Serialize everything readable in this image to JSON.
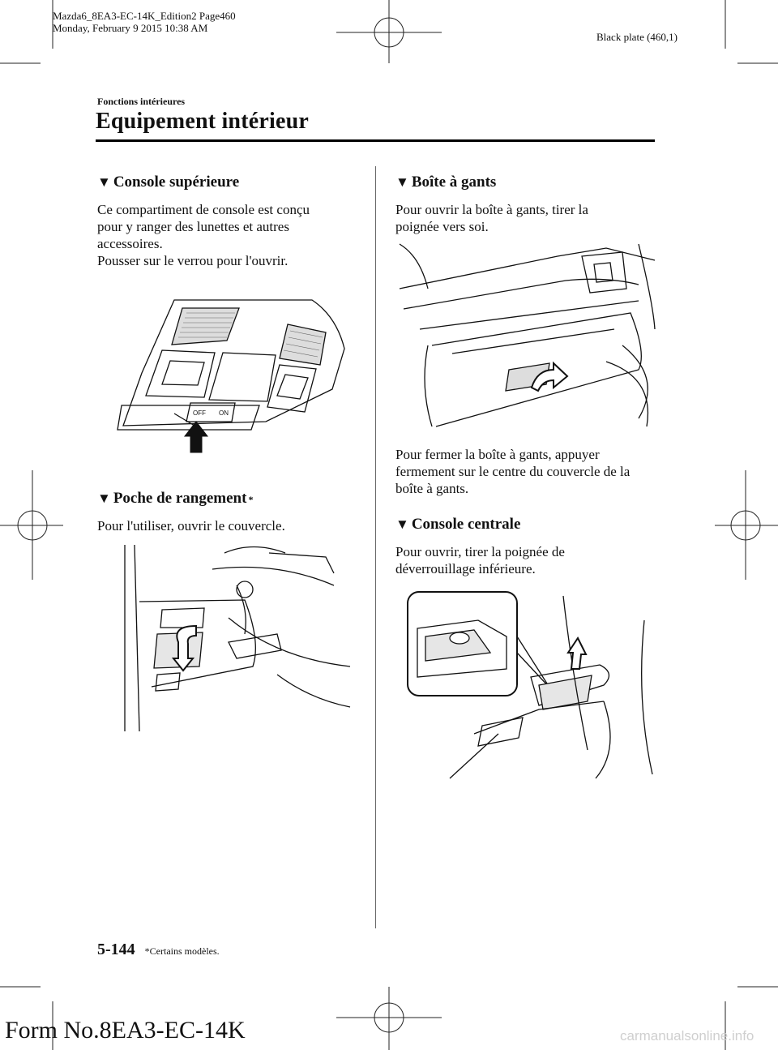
{
  "header": {
    "file_line": "Mazda6_8EA3-EC-14K_Edition2 Page460",
    "date_line": "Monday, February 9 2015 10:38 AM",
    "plate": "Black plate (460,1)"
  },
  "section": {
    "small_title": "Fonctions intérieures",
    "page_title": "Equipement intérieur"
  },
  "left_column": {
    "console_sup": {
      "heading": "Console supérieure",
      "text_1": "Ce compartiment de console est conçu",
      "text_2": "pour y ranger des lunettes et autres",
      "text_3": "accessoires.",
      "text_4": "Pousser sur le verrou pour l'ouvrir.",
      "figure_labels": {
        "off": "OFF",
        "on": "ON"
      }
    },
    "poche": {
      "heading": "Poche de rangement",
      "marker": "*",
      "text_1": "Pour l'utiliser, ouvrir le couvercle."
    }
  },
  "right_column": {
    "boite": {
      "heading": "Boîte à gants",
      "text_1": "Pour ouvrir la boîte à gants, tirer la",
      "text_2": "poignée vers soi.",
      "after_1": "Pour fermer la boîte à gants, appuyer",
      "after_2": "fermement sur le centre du couvercle de la",
      "after_3": "boîte à gants."
    },
    "console_centrale": {
      "heading": "Console centrale",
      "text_1": "Pour ouvrir, tirer la poignée de",
      "text_2": "déverrouillage inférieure."
    }
  },
  "footer": {
    "page_number": "5-144",
    "marker": "*",
    "note": "Certains modèles.",
    "form_no": "Form No.8EA3-EC-14K",
    "watermark": "carmanualsonline.info"
  },
  "icons": {
    "heading_marker": "black-down-triangle",
    "crop_marks": "registration-crosshair"
  }
}
